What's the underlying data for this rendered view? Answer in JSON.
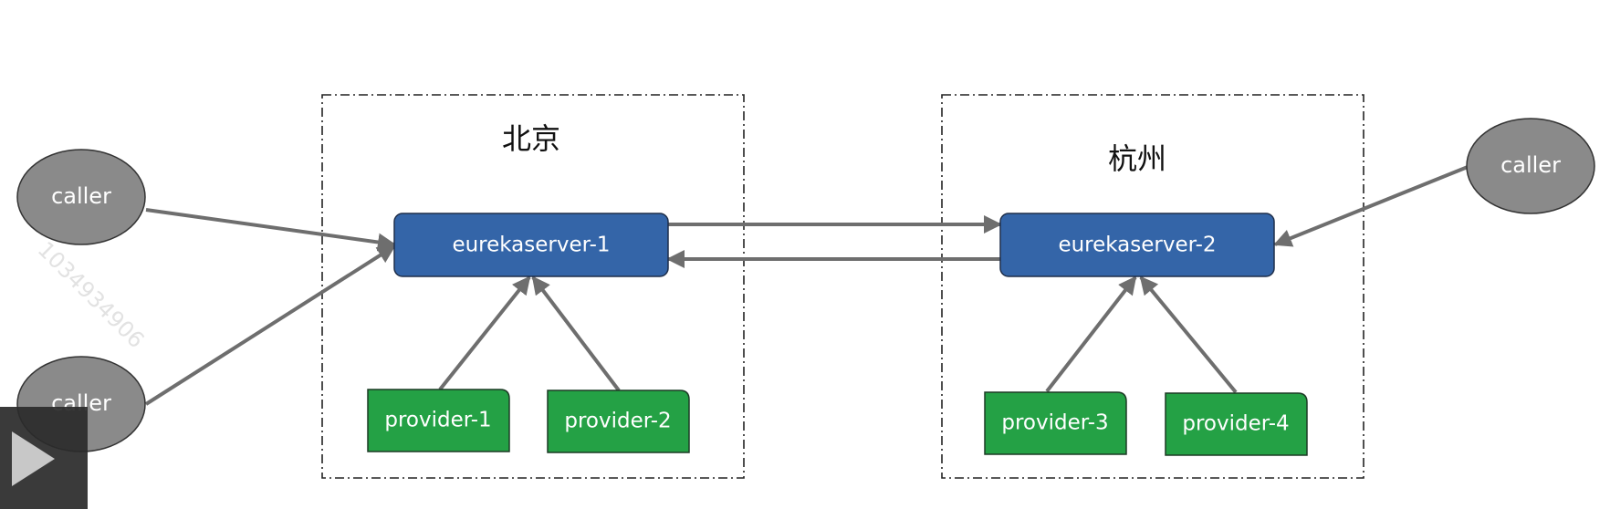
{
  "watermark": "1034934906",
  "regions": {
    "beijing": {
      "title": "北京"
    },
    "hangzhou": {
      "title": "杭州"
    }
  },
  "servers": {
    "s1": {
      "label": "eurekaserver-1"
    },
    "s2": {
      "label": "eurekaserver-2"
    }
  },
  "callers": {
    "left_top": {
      "label": "caller"
    },
    "left_bottom": {
      "label": "caller"
    },
    "right": {
      "label": "caller"
    }
  },
  "providers": {
    "p1": {
      "label": "provider-1"
    },
    "p2": {
      "label": "provider-2"
    },
    "p3": {
      "label": "provider-3"
    },
    "p4": {
      "label": "provider-4"
    }
  },
  "colors": {
    "server_fill": "#3465a8",
    "provider_fill": "#24a145",
    "caller_fill": "#8a8a8a",
    "arrow": "#6e6e6e",
    "play_overlay": "#2b2b2b"
  },
  "overlay": {
    "icon": "play-icon"
  }
}
